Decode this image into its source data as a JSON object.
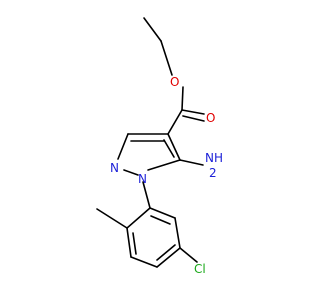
{
  "molecule": {
    "colors": {
      "bond": "#000000",
      "nitrogen": "#1e22d8",
      "oxygen": "#e00000",
      "chlorine": "#1aa81a"
    },
    "atoms": {
      "o_ether": "O",
      "o_carbonyl": "O",
      "n2": "N",
      "n1": "N",
      "nh2": "NH",
      "nh2_sub": "2",
      "cl": "Cl"
    }
  }
}
